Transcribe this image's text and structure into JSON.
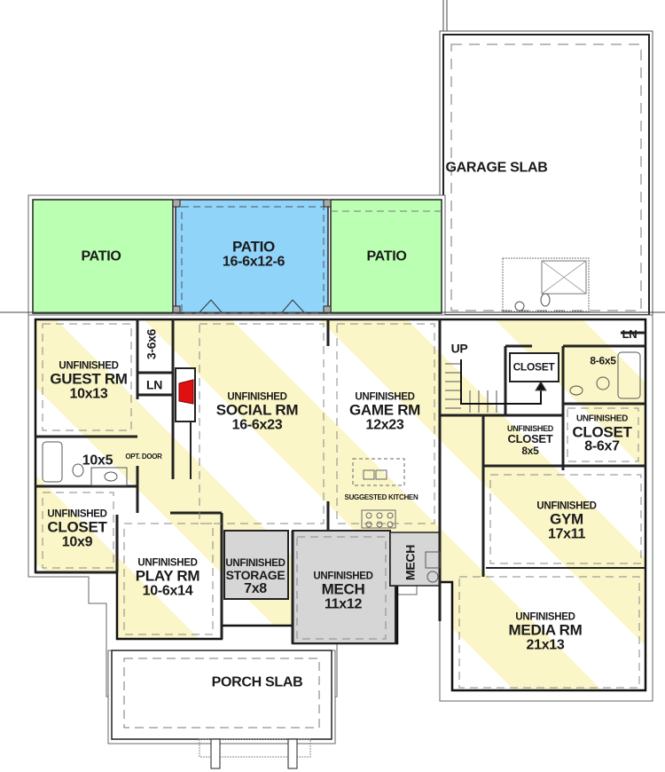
{
  "colors": {
    "unfinished_stripe": "#fbf6c8",
    "patio_green": "#bbffb3",
    "patio_blue": "#90d4fa",
    "mech_gray": "#d6d6d6",
    "fireplace_red": "#e01010",
    "wall": "#222222"
  },
  "rooms": {
    "garage": {
      "name": "GARAGE SLAB"
    },
    "patio_left": {
      "name": "PATIO"
    },
    "patio_center": {
      "name": "PATIO",
      "dim": "16-6x12-6"
    },
    "patio_right": {
      "name": "PATIO"
    },
    "guest": {
      "status": "UNFINISHED",
      "name": "GUEST RM",
      "dim": "10x13"
    },
    "closet_small": {
      "dim": "3-6x6"
    },
    "linen_left": {
      "name": "LN"
    },
    "bath_left": {
      "dim": "10x5"
    },
    "opt_door": {
      "name": "OPT. DOOR"
    },
    "social": {
      "status": "UNFINISHED",
      "name": "SOCIAL RM",
      "dim": "16-6x23"
    },
    "game": {
      "status": "UNFINISHED",
      "name": "GAME RM",
      "dim": "12x23"
    },
    "kitchen": {
      "name": "SUGGESTED KITCHEN"
    },
    "stairs": {
      "name": "UP"
    },
    "closet_stair": {
      "name": "CLOSET"
    },
    "bath_right": {
      "dim": "8-6x5"
    },
    "linen_right": {
      "name": "LN"
    },
    "closet_8x5": {
      "status": "UNFINISHED",
      "name": "CLOSET",
      "dim": "8x5"
    },
    "closet_86x7": {
      "status": "UNFINISHED",
      "name": "CLOSET",
      "dim": "8-6x7"
    },
    "gym": {
      "status": "UNFINISHED",
      "name": "GYM",
      "dim": "17x11"
    },
    "closet_10x9": {
      "status": "UNFINISHED",
      "name": "CLOSET",
      "dim": "10x9"
    },
    "play": {
      "status": "UNFINISHED",
      "name": "PLAY RM",
      "dim": "10-6x14"
    },
    "storage": {
      "status": "UNFINISHED",
      "name": "STORAGE",
      "dim": "7x8"
    },
    "mech_main": {
      "status": "UNFINISHED",
      "name": "MECH",
      "dim": "11x12"
    },
    "mech_small": {
      "name": "MECH"
    },
    "media": {
      "status": "UNFINISHED",
      "name": "MEDIA RM",
      "dim": "21x13"
    },
    "porch": {
      "name": "PORCH SLAB"
    }
  }
}
